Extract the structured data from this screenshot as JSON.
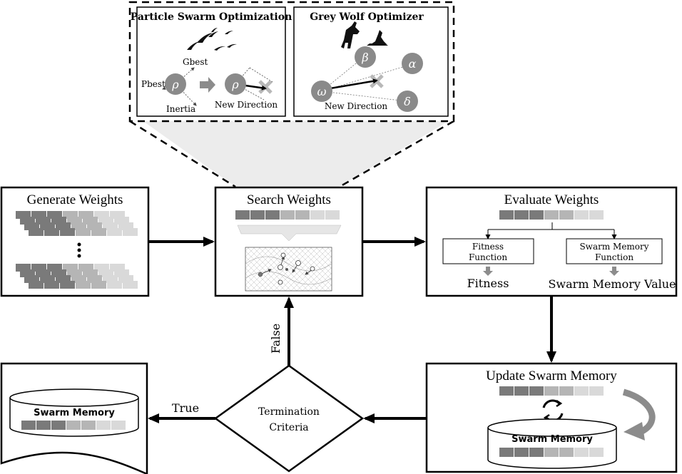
{
  "colors": {
    "stroke": "#000000",
    "bar_dark": "#7a7a7a",
    "bar_mid": "#b5b5b5",
    "bar_light": "#d9d9d9",
    "node_fill": "#8a8a8a",
    "curved_arrow": "#8c8c8c",
    "gray_panel": "#eeeeee",
    "cross": "#b8b8b8"
  },
  "pso": {
    "title": "Particle Swarm Optimization",
    "gbest": "Gbest",
    "pbest": "Pbest",
    "inertia": "Inertia",
    "rho1": "ρ",
    "rho2": "ρ",
    "new_direction": "New Direction"
  },
  "gwo": {
    "title": "Grey Wolf Optimizer",
    "beta": "β",
    "alpha": "α",
    "omega": "ω",
    "delta": "δ",
    "new_direction": "New Direction"
  },
  "generate": {
    "title": "Generate Weights",
    "dots": "⋮"
  },
  "search": {
    "title": "Search Weights"
  },
  "evaluate": {
    "title": "Evaluate Weights",
    "fitness_function": [
      "Fitness",
      "Function"
    ],
    "swarm_memory_function": [
      "Swarm Memory",
      "Function"
    ],
    "fitness": "Fitness",
    "swarm_memory_value": "Swarm Memory Value"
  },
  "update": {
    "title": "Update Swarm Memory",
    "db_label": "Swarm Memory"
  },
  "termination": {
    "line1": "Termination",
    "line2": "Criteria"
  },
  "edges": {
    "true_label": "True",
    "false_label": "False"
  },
  "output": {
    "db_label": "Swarm Memory"
  }
}
